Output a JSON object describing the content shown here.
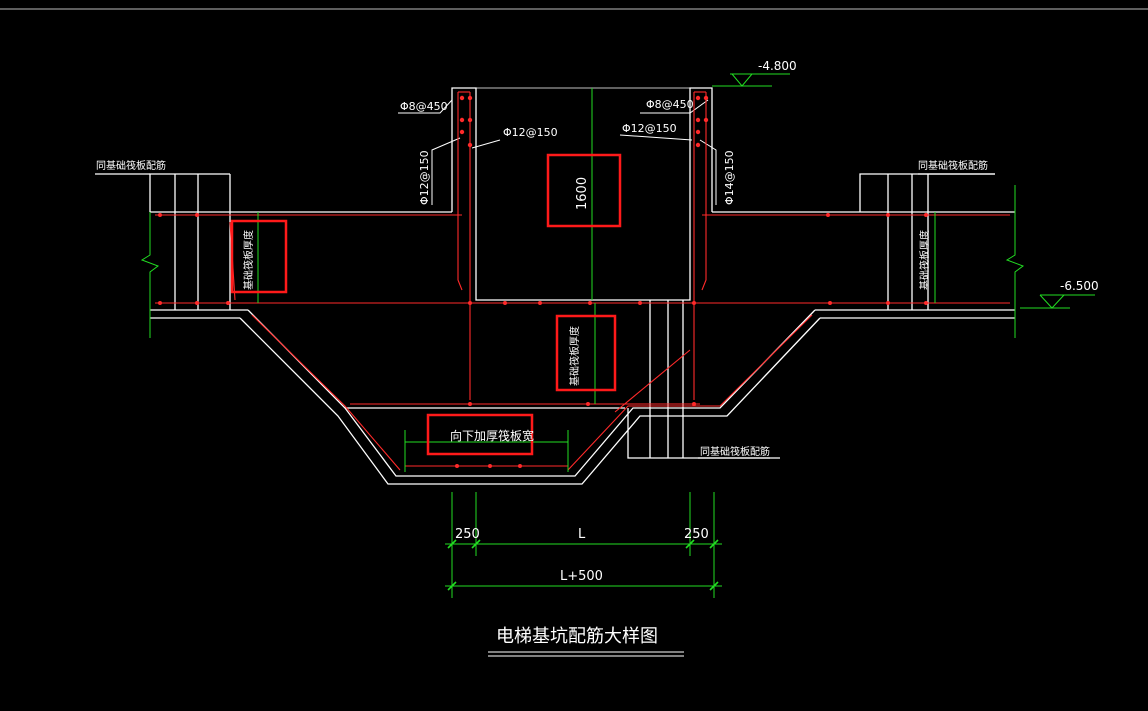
{
  "colors": {
    "background": "#000000",
    "outline": "#ffffff",
    "rebar": "#ff2a2a",
    "dimension": "#22dd22",
    "highlight": "#ff1a1a"
  },
  "elevations": {
    "top": "-4.800",
    "bottom": "-6.500"
  },
  "rebar_labels": {
    "top_left": "Φ8@450",
    "top_right": "Φ8@450",
    "mid_left": "Φ12@150",
    "mid_right": "Φ12@150",
    "vertical_left": "Φ12@150",
    "vertical_right": "Φ14@150"
  },
  "notes": {
    "left_top": "同基础筏板配筋",
    "right_top": "同基础筏板配筋",
    "bottom_right": "同基础筏板配筋",
    "raft_thickness_left": "基础筏板厚度",
    "raft_thickness_right": "基础筏板厚度",
    "raft_thickness_center": "基础筏板厚度",
    "thicken_width": "向下加厚筏板宽"
  },
  "dimensions": {
    "pit_depth": "1600",
    "left_offset": "250",
    "span": "L",
    "right_offset": "250",
    "total": "L+500"
  },
  "title": "电梯基坑配筋大样图"
}
